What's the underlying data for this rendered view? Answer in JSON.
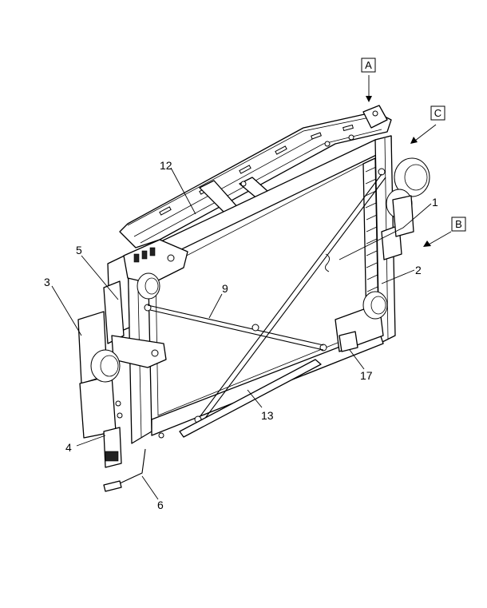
{
  "callouts": {
    "c1": "1",
    "c2": "2",
    "c3": "3",
    "c4": "4",
    "c5": "5",
    "c6": "6",
    "c9": "9",
    "c12": "12",
    "c13": "13",
    "c17": "17"
  },
  "view_labels": {
    "a": "A",
    "b": "B",
    "c": "C"
  }
}
